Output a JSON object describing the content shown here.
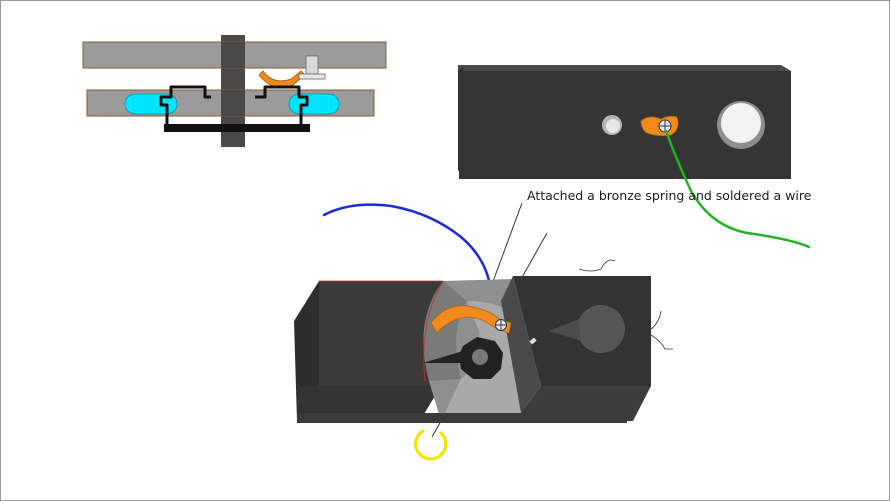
{
  "annotation": {
    "text": "Attached a bronze spring and soldered a wire"
  },
  "colors": {
    "plate_fill": "#9b9b9b",
    "plate_edge": "#8a5a2b",
    "shaft": "#4a4a4a",
    "contact_cyan": "#00e5ff",
    "bronze_spring": "#f08a1c",
    "box_dark": "#353535",
    "box_side": "#2b2b2b",
    "wire_green": "#22b422",
    "wire_blue": "#1a2bd6",
    "ring_yellow": "#f2e600",
    "leader_line": "#222222"
  },
  "icons": [
    "cross-section-diagram",
    "screw-icon",
    "bronze-spring",
    "wire",
    "retaining-ring"
  ]
}
